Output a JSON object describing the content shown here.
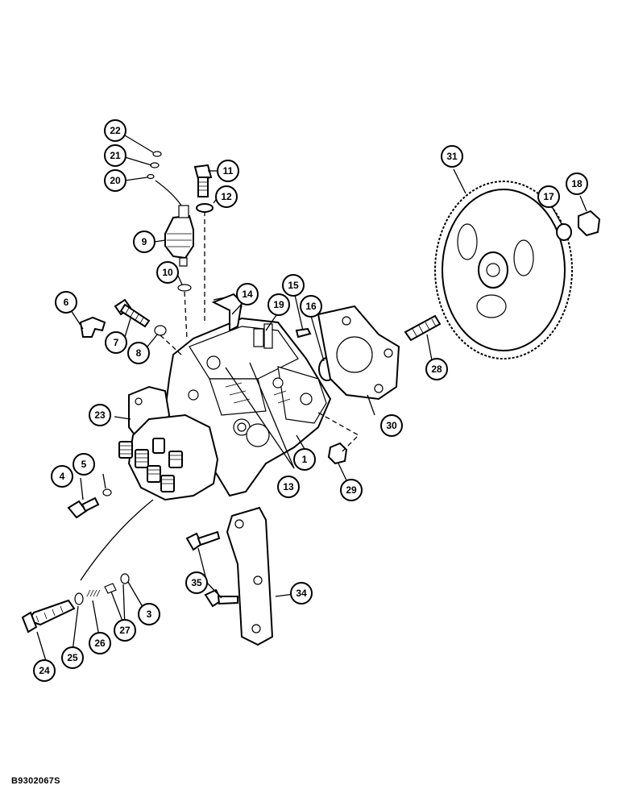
{
  "figure_code": "B9302067S",
  "callouts": [
    "1",
    "3",
    "4",
    "5",
    "6",
    "7",
    "8",
    "9",
    "10",
    "11",
    "12",
    "13",
    "14",
    "15",
    "16",
    "17",
    "18",
    "19",
    "20",
    "21",
    "22",
    "23",
    "24",
    "25",
    "26",
    "27",
    "28",
    "29",
    "30",
    "31",
    "34",
    "35"
  ]
}
